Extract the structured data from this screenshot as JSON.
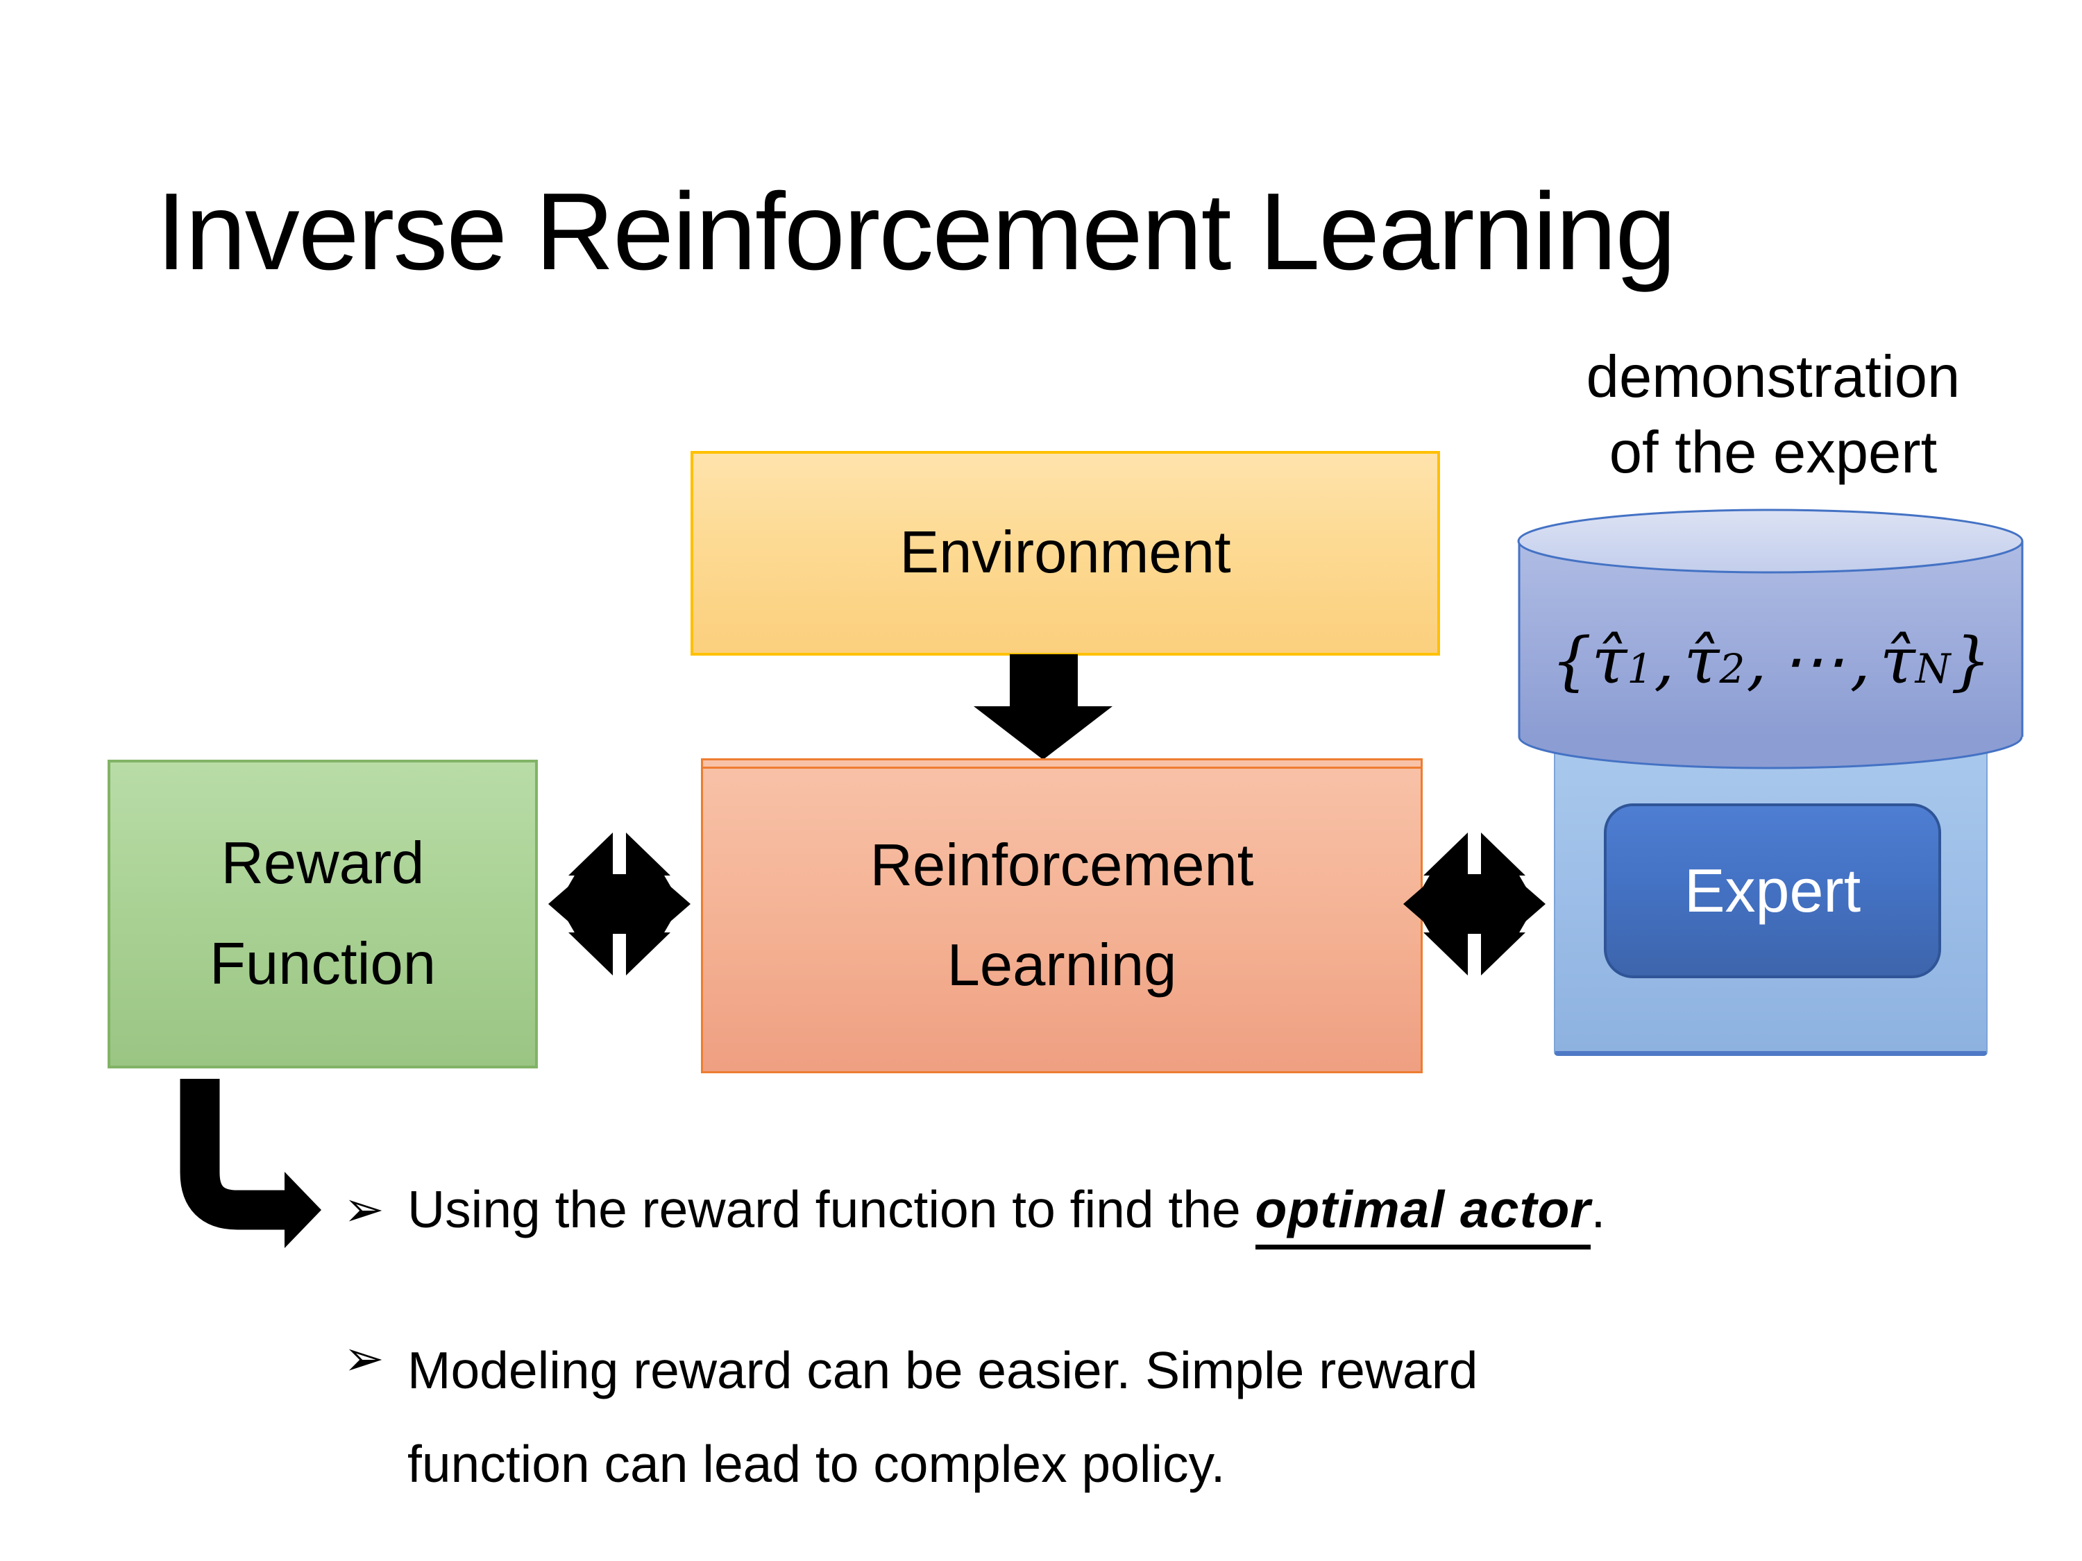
{
  "slide": {
    "title": "Inverse Reinforcement Learning",
    "annotation": {
      "line1": "demonstration",
      "line2": "of the expert"
    },
    "environment": {
      "label": "Environment"
    },
    "reward_function": {
      "line1": "Reward",
      "line2": "Function"
    },
    "reinforcement_learning": {
      "line1": "Reinforcement",
      "line2": "Learning"
    },
    "expert": {
      "label": "Expert"
    },
    "demonstration_set": {
      "open_brace": "{",
      "tau_hat": "τ̂",
      "sub_1": "1",
      "sub_2": "2",
      "separator": ",",
      "ellipsis": "⋯",
      "sub_N": "N",
      "close_brace": "}"
    },
    "bullets": [
      {
        "marker": "➢",
        "text_before": "Using the reward function to find the ",
        "emphasis": "optimal actor",
        "text_after": "."
      },
      {
        "marker": "➢",
        "lines": [
          "Modeling reward can be easier. Simple reward",
          "function can lead to complex policy."
        ]
      }
    ],
    "colors": {
      "environment_fill": "#FCD488",
      "environment_border": "#FFC000",
      "reward_fill": "#A9D18E",
      "reward_border": "#70AD47",
      "rl_fill": "#F4B183",
      "rl_border": "#ED7D31",
      "expert_container_fill": "#9DC3E6",
      "cylinder_fill": "#8FAADC",
      "cylinder_top_fill": "#D0D9F1",
      "cylinder_border": "#4472C4",
      "expert_button_fill": "#4472C4",
      "expert_button_border": "#2F5597",
      "arrow_color": "#000000",
      "text_color": "#000000"
    }
  }
}
